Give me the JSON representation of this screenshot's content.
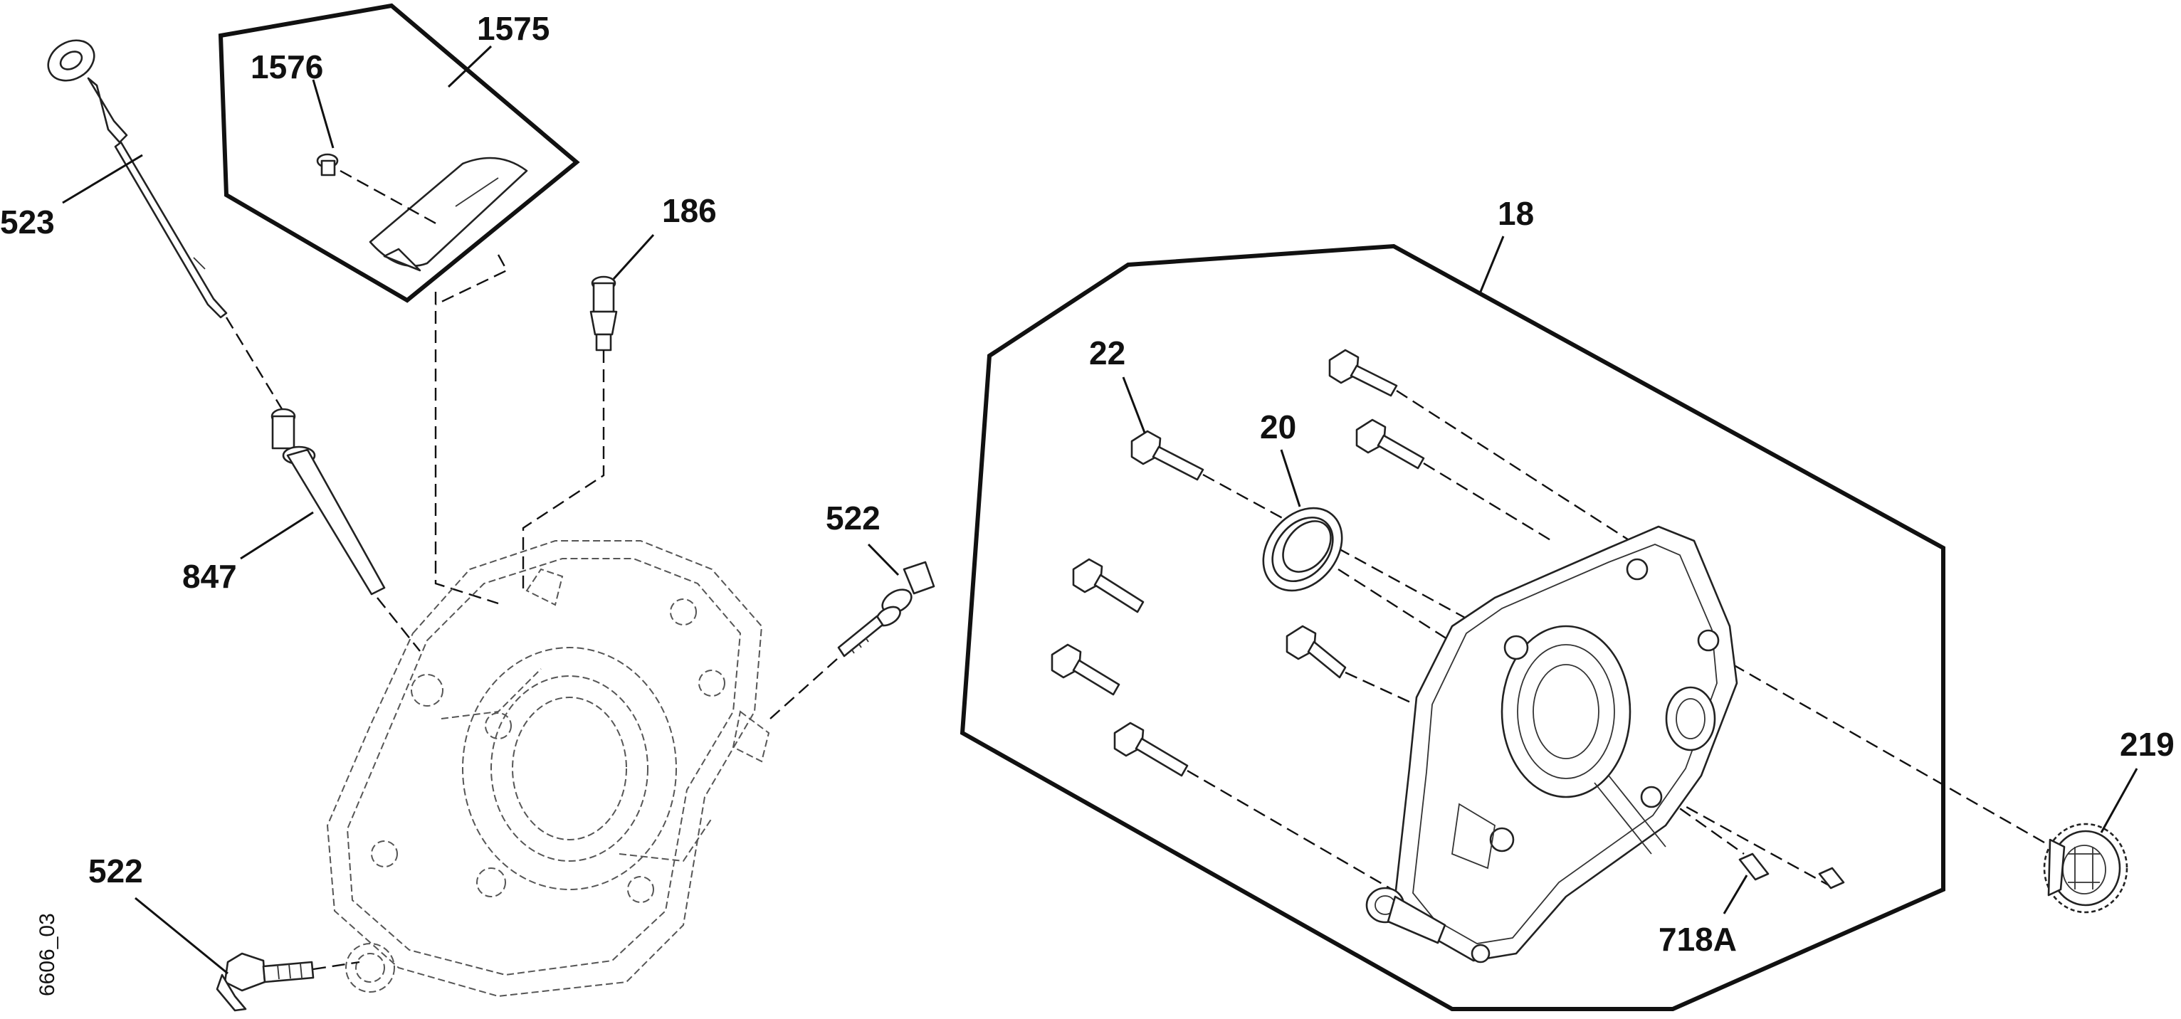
{
  "figure": {
    "figure_id": "6606_03",
    "callouts": {
      "c523": "523",
      "c1576": "1576",
      "c1575": "1575",
      "c186": "186",
      "c847": "847",
      "c522_top": "522",
      "c522_bottom": "522",
      "c18": "18",
      "c22": "22",
      "c20": "20",
      "c219": "219",
      "c718A": "718A"
    }
  }
}
